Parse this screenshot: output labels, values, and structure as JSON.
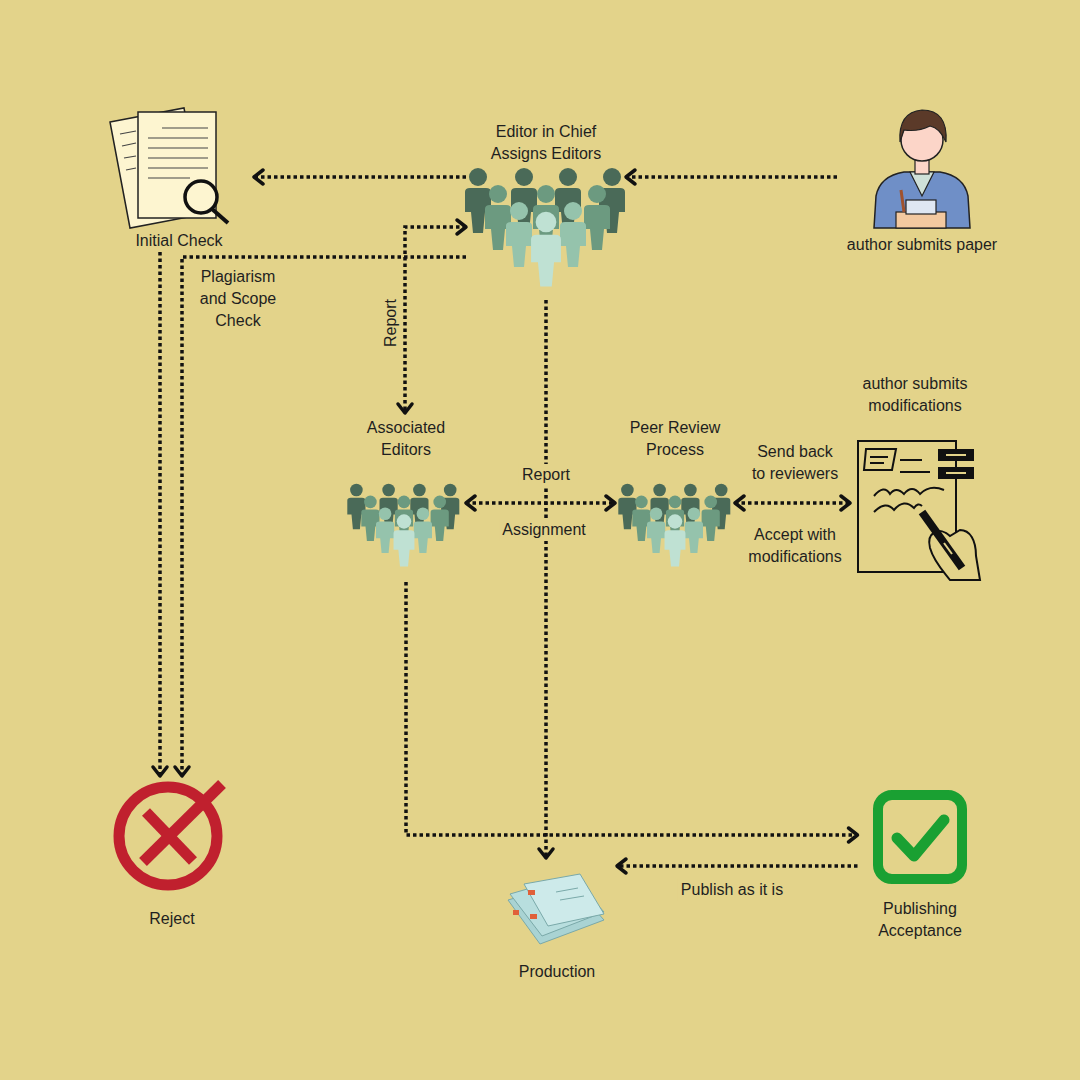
{
  "diagram": {
    "nodes": [
      {
        "text": [
          "Initial Check"
        ]
      },
      {
        "text": [
          "Editor in Chief Assigns Editors"
        ]
      },
      {
        "text": [
          "author submits paper"
        ]
      },
      {
        "text": [
          "Associated Editors"
        ]
      },
      {
        "text": [
          "Peer Review Process"
        ]
      },
      {
        "text": [
          "author submits modifications"
        ]
      },
      {
        "text": [
          "Reject"
        ]
      },
      {
        "text": [
          "Production"
        ]
      },
      {
        "text": [
          "Publishing Acceptance"
        ]
      }
    ],
    "edges": [
      {
        "from": 2,
        "to": 1,
        "arrow": "to"
      },
      {
        "from": 1,
        "to": 0,
        "arrow": "to"
      },
      {
        "from": 0,
        "to": 6,
        "arrow": "to"
      },
      {
        "from": 1,
        "to": 6,
        "arrow": "to"
      },
      {
        "from": 1,
        "to": 3,
        "label": "Report",
        "arrow": "both"
      },
      {
        "from": 1,
        "to": 7,
        "arrow": "to"
      },
      {
        "from": 3,
        "to": 4,
        "label": "Assignment",
        "arrow": "both"
      },
      {
        "from": 4,
        "to": 5,
        "label": "Send back to reviewers",
        "arrow": "both"
      },
      {
        "from": 3,
        "to": 8,
        "arrow": "to"
      },
      {
        "from": 8,
        "to": 7,
        "label": "Publish as it is",
        "arrow": "to"
      }
    ],
    "labels": [
      "Plagiarism and Scope Check",
      "Report",
      "Accept with modifications"
    ]
  }
}
